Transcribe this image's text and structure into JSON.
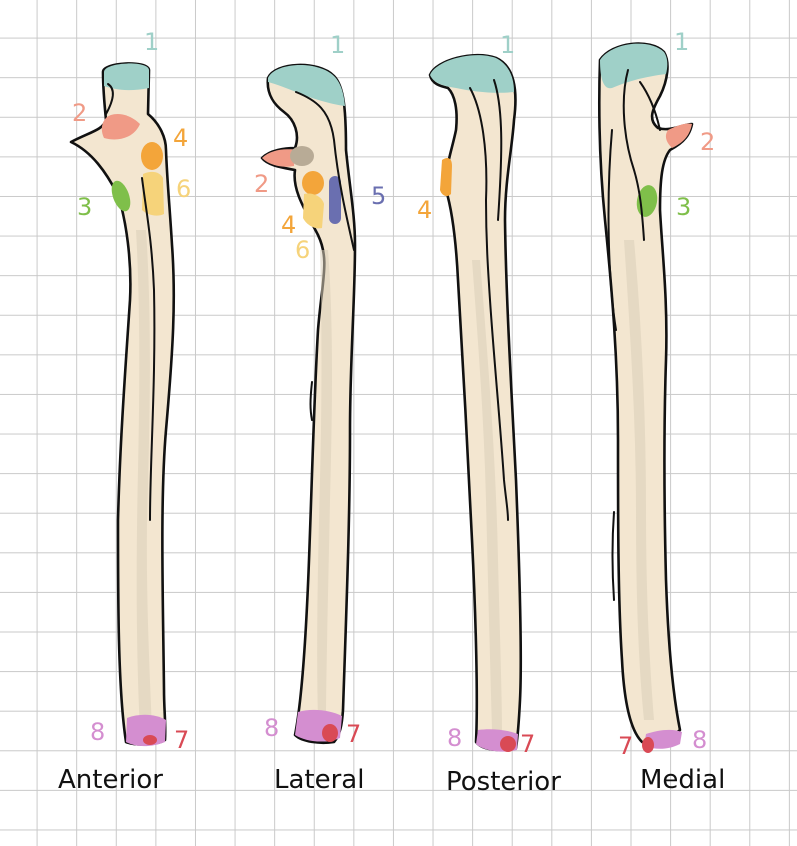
{
  "colors": {
    "region_1": "#9fd0c8",
    "region_2": "#f09a86",
    "region_3": "#7fbf4a",
    "region_4": "#f3a53a",
    "region_5": "#6a6fb0",
    "region_6": "#f6d37a",
    "region_7": "#d94a55",
    "region_8": "#d48ed0",
    "bone_fill": "#f3e6d0"
  },
  "views": [
    {
      "label": "Anterior",
      "numbers": [
        {
          "text": "1",
          "region": "region_1"
        },
        {
          "text": "2",
          "region": "region_2"
        },
        {
          "text": "3",
          "region": "region_3"
        },
        {
          "text": "4",
          "region": "region_4"
        },
        {
          "text": "6",
          "region": "region_6"
        },
        {
          "text": "8",
          "region": "region_8"
        },
        {
          "text": "7",
          "region": "region_7"
        }
      ]
    },
    {
      "label": "Lateral",
      "numbers": [
        {
          "text": "1",
          "region": "region_1"
        },
        {
          "text": "2",
          "region": "region_2"
        },
        {
          "text": "5",
          "region": "region_5"
        },
        {
          "text": "4",
          "region": "region_4"
        },
        {
          "text": "6",
          "region": "region_6"
        },
        {
          "text": "8",
          "region": "region_8"
        },
        {
          "text": "7",
          "region": "region_7"
        }
      ]
    },
    {
      "label": "Posterior",
      "numbers": [
        {
          "text": "1",
          "region": "region_1"
        },
        {
          "text": "4",
          "region": "region_4"
        },
        {
          "text": "8",
          "region": "region_8"
        },
        {
          "text": "7",
          "region": "region_7"
        }
      ]
    },
    {
      "label": "Medial",
      "numbers": [
        {
          "text": "1",
          "region": "region_1"
        },
        {
          "text": "2",
          "region": "region_2"
        },
        {
          "text": "3",
          "region": "region_3"
        },
        {
          "text": "7",
          "region": "region_7"
        },
        {
          "text": "8",
          "region": "region_8"
        }
      ]
    }
  ]
}
